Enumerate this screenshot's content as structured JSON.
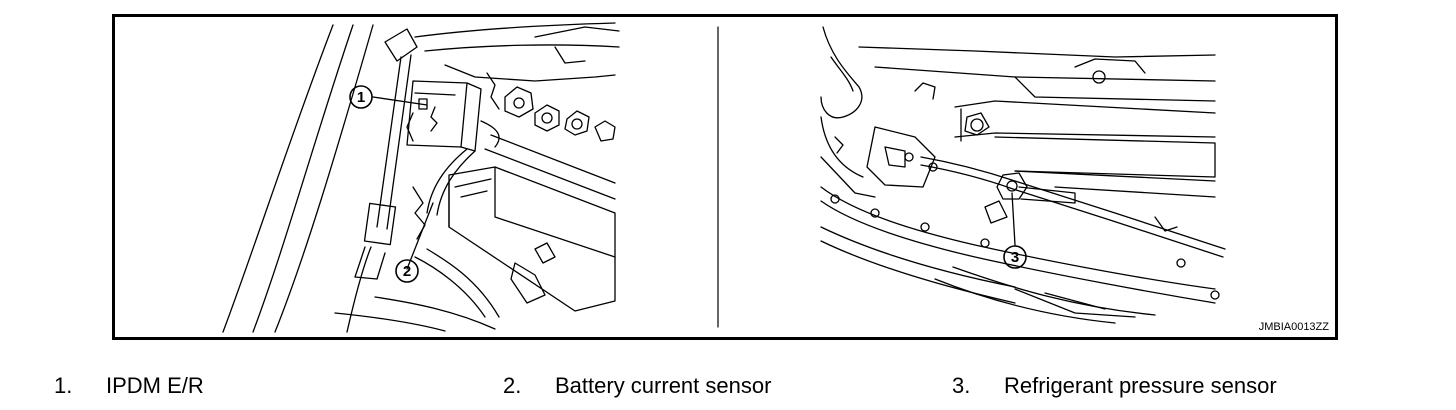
{
  "figure": {
    "image_id": "JMBIA0013ZZ",
    "callouts": [
      "1",
      "2",
      "3"
    ]
  },
  "legend": [
    {
      "number": "1.",
      "label": "IPDM E/R"
    },
    {
      "number": "2.",
      "label": "Battery current sensor"
    },
    {
      "number": "3.",
      "label": "Refrigerant pressure sensor"
    }
  ],
  "colors": {
    "line": "#000000",
    "background": "#ffffff"
  }
}
